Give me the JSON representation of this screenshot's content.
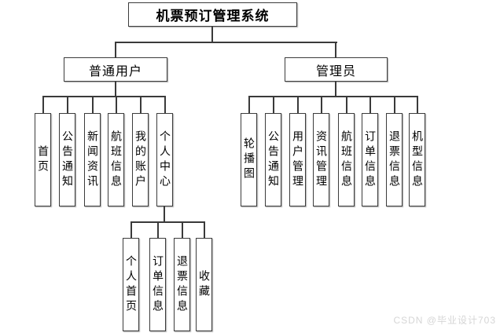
{
  "diagram": {
    "root_label": "机票预订管理系统",
    "branches": [
      {
        "label": "普通用户",
        "children": [
          "首页",
          "公告通知",
          "新闻资讯",
          "航班信息",
          "我的账户",
          "个人中心"
        ]
      },
      {
        "label": "管理员",
        "children": [
          "轮播图",
          "公告通知",
          "用户管理",
          "资讯管理",
          "航班信息",
          "订单信息",
          "退票信息",
          "机型信息"
        ]
      }
    ],
    "personal_center_children": [
      "个人首页",
      "订单信息",
      "退票信息",
      "收藏"
    ],
    "watermark": "CSDN @毕业设计703",
    "colors": {
      "line": "#3a3a3a",
      "box_border": "#3c3c3c",
      "text": "#000000",
      "background": "#ffffff",
      "watermark": "#d6d6d6"
    }
  }
}
